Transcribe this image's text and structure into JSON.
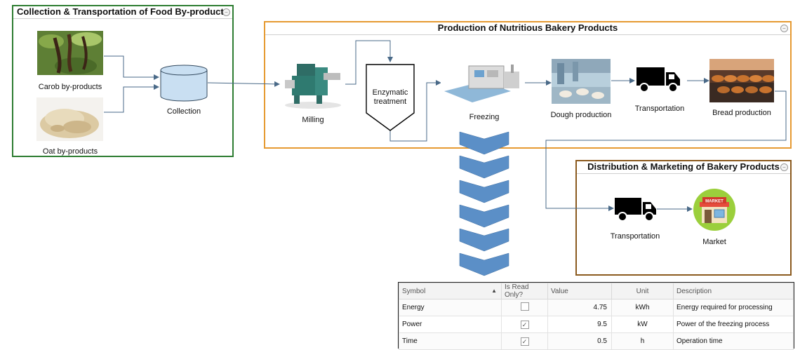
{
  "groups": {
    "collection": {
      "title": "Collection & Transportation of Food By-products",
      "color": "#2e7d32"
    },
    "production": {
      "title": "Production of Nutritious Bakery Products",
      "color": "#e69a32"
    },
    "distribution": {
      "title": "Distribution & Marketing of Bakery Products",
      "color": "#8b5a1e"
    }
  },
  "nodes": {
    "carob": "Carob by-products",
    "oat": "Oat by-products",
    "collection": "Collection",
    "milling": "Milling",
    "enzymatic_line1": "Enzymatic",
    "enzymatic_line2": "treatment",
    "freezing": "Freezing",
    "dough": "Dough production",
    "transport1": "Transportation",
    "bread": "Bread production",
    "transport2": "Transportation",
    "market": "Market",
    "market_sign": "MARKET"
  },
  "colors": {
    "flow_line": "#4a6a88",
    "chevron": "#5b8fc7",
    "tank_fill": "#c9dff2",
    "tank_stroke": "#33495e"
  },
  "properties_table": {
    "headers": [
      "Symbol",
      "Is Read Only?",
      "Value",
      "Unit",
      "Description"
    ],
    "rows": [
      {
        "symbol": "Energy",
        "read_only": false,
        "value": "4.75",
        "unit": "kWh",
        "description": "Energy required for processing"
      },
      {
        "symbol": "Power",
        "read_only": true,
        "value": "9.5",
        "unit": "kW",
        "description": "Power of the freezing process"
      },
      {
        "symbol": "Time",
        "read_only": true,
        "value": "0.5",
        "unit": "h",
        "description": "Operation time"
      }
    ]
  }
}
